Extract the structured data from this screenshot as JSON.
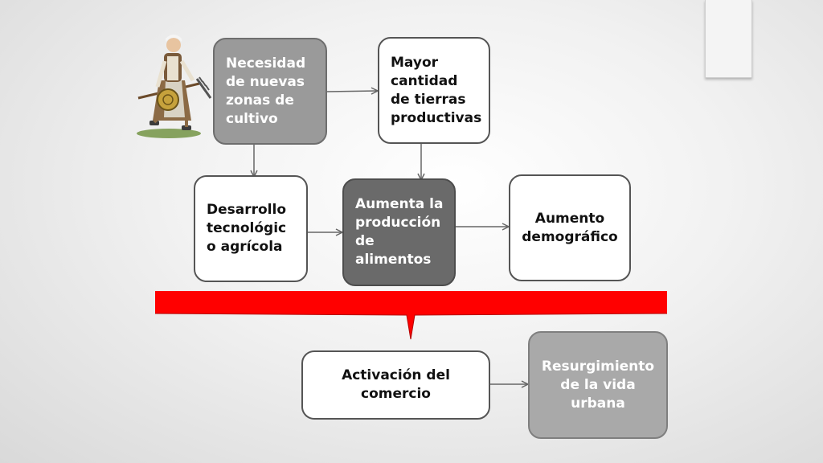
{
  "boxes": {
    "necesidad": "Necesidad\nde nuevas\nzonas de\ncultivo",
    "mayor": "Mayor\ncantidad\nde tierras\nproductivas",
    "desarrollo": "Desarrollo\ntecnológic\no agrícola",
    "aumenta": "Aumenta la\nproducción\nde\nalimentos",
    "demografico": "Aumento\ndemográfico",
    "comercio": "Activación del\ncomercio",
    "resurgimiento": "Resurgimiento\nde la vida\nurbana"
  },
  "colors": {
    "banner": "#ff0000",
    "gray_box": "#9a9a9a",
    "dark_box": "#6a6a6a",
    "arrow": "#666666"
  },
  "icons": {
    "illustration": "peasant-woman-with-sickle-icon"
  }
}
